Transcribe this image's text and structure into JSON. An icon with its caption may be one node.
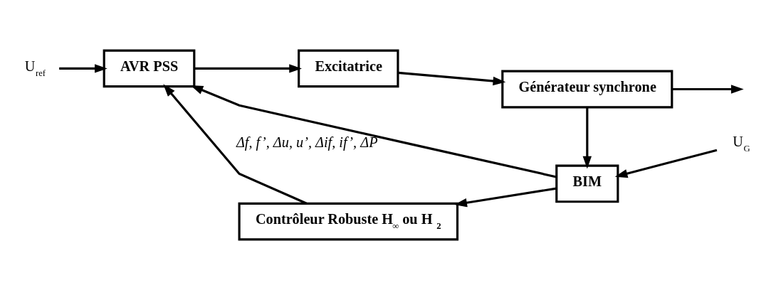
{
  "diagram": {
    "nodes": [
      {
        "text": [
          "U$_{ref}$"
        ]
      },
      {
        "text": [
          "AVR PSS"
        ]
      },
      {
        "text": [
          "Excitatrice"
        ]
      },
      {
        "text": [
          "Générateur synchrone"
        ]
      },
      {
        "text": [
          "BIM"
        ]
      },
      {
        "text": [
          "U$_{G}$"
        ]
      },
      {
        "text": [
          "Contrôleur Robuste H$_{∞}$ ou H$_{2}$"
        ]
      }
    ],
    "edges": [
      {
        "from": 0,
        "to": 1,
        "arrow": "to"
      },
      {
        "from": 1,
        "to": 2,
        "arrow": "to"
      },
      {
        "from": 2,
        "to": 3,
        "arrow": "to"
      },
      {
        "from": 3,
        "to": null,
        "arrow": "to"
      },
      {
        "from": 3,
        "to": 4,
        "arrow": "to"
      },
      {
        "from": 5,
        "to": 4,
        "arrow": "to"
      },
      {
        "from": 4,
        "to": 1,
        "arrow": "to",
        "label": "Δf, f’, Δu, u’, Δif, if’, ΔP"
      },
      {
        "from": 4,
        "to": 6,
        "arrow": "to"
      },
      {
        "from": 6,
        "to": 1,
        "arrow": "to"
      }
    ]
  }
}
